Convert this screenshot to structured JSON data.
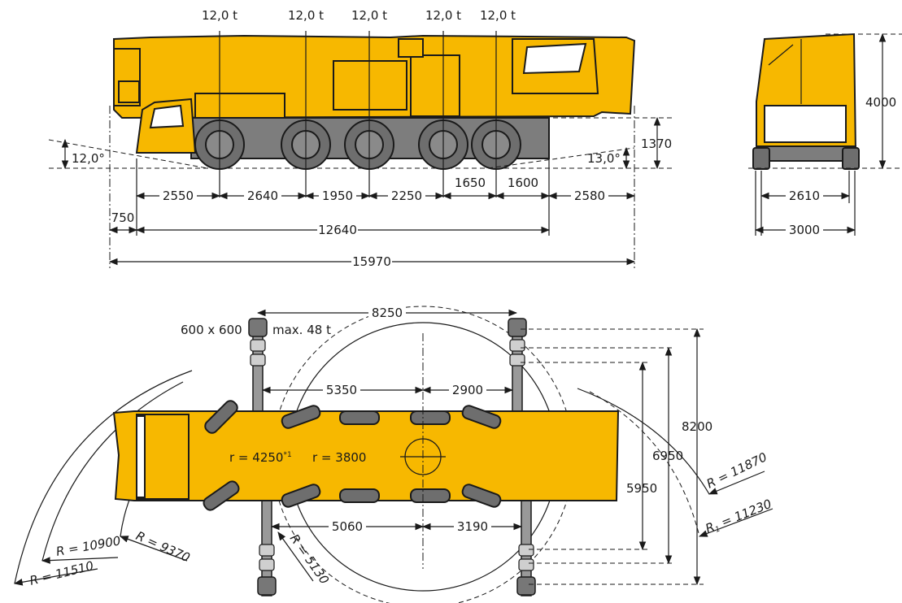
{
  "side_view": {
    "axle_loads": [
      "12,0 t",
      "12,0 t",
      "12,0 t",
      "12,0 t",
      "12,0 t"
    ],
    "front_angle": "12,0°",
    "rear_angle": "13,0°",
    "height_1370": "1370",
    "axle_spacing": [
      "2550",
      "2640",
      "1950",
      "2250",
      "1650",
      "1600",
      "2580"
    ],
    "front_overhang": "750",
    "carrier_length": "12640",
    "total_length": "15970"
  },
  "front_view": {
    "height": "4000",
    "track": "2610",
    "width": "3000"
  },
  "top_view": {
    "outrigger_span": "8250",
    "pad_size": "600 x 600",
    "max_load": "max. 48 t",
    "front_outrigger_top": "5350",
    "rear_outrigger_top": "2900",
    "front_outrigger_bottom": "5060",
    "rear_outrigger_bottom": "3190",
    "r_counterweight": "r = 4250",
    "r_superscript": "*1",
    "r_slew": "r = 3800",
    "width_5950": "5950",
    "width_6950": "6950",
    "width_8200": "8200",
    "radius_11870": "R = 11870",
    "radius_11230": "R",
    "radius_11230_sub": "1",
    "radius_11230_val": " = 11230",
    "radius_9370": "R = 9370",
    "radius_10900": "R = 10900",
    "radius_11510": "R = 11510",
    "radius_5130": "R = 5130"
  }
}
